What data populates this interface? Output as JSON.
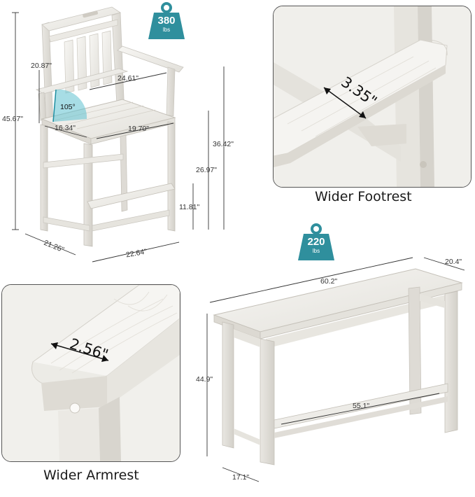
{
  "chair": {
    "weight_badge": {
      "value": "380",
      "unit": "lbs",
      "color": "#2f8f9d"
    },
    "dims": {
      "total_height": "45.67\"",
      "arm_height": "20.87\"",
      "back_width": "24.61\"",
      "recline_angle": "105°",
      "seat_depth": "16.34\"",
      "seat_width": "19.70\"",
      "arm_to_floor": "36.42\"",
      "seat_to_floor": "26.97\"",
      "footrest_height": "11.81\"",
      "base_depth": "21.26\"",
      "base_width": "22.64\""
    }
  },
  "footrest_panel": {
    "measure": "3.35\"",
    "caption": "Wider Footrest"
  },
  "table": {
    "weight_badge": {
      "value": "220",
      "unit": "lbs",
      "color": "#2f8f9d"
    },
    "dims": {
      "length": "60.2\"",
      "width": "20.4\"",
      "height": "44.9\"",
      "footrest_length": "55.1\"",
      "base_depth": "17.1\""
    }
  },
  "armrest_panel": {
    "measure": "2.56\"",
    "caption": "Wider Armrest"
  },
  "icons": {
    "weight": "weight-icon"
  }
}
